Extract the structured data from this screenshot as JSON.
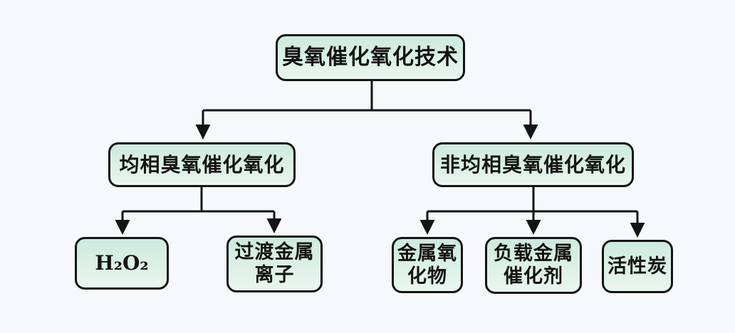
{
  "diagram": {
    "type": "flowchart",
    "title": "臭氧催化氧化技术",
    "nodes": {
      "root": "臭氧催化氧化技术",
      "homogeneous": "均相臭氧催化氧化",
      "heterogeneous": "非均相臭氧催化氧化",
      "h2o2": "H₂O₂",
      "transition_metal_ions": "过渡金属\n离子",
      "metal_oxides": "金属氧\n化物",
      "supported_metal_catalysts": "负载金属\n催化剂",
      "activated_carbon": "活性炭"
    },
    "edges": [
      {
        "from": "root",
        "to": "homogeneous"
      },
      {
        "from": "root",
        "to": "heterogeneous"
      },
      {
        "from": "homogeneous",
        "to": "h2o2"
      },
      {
        "from": "homogeneous",
        "to": "transition_metal_ions"
      },
      {
        "from": "heterogeneous",
        "to": "metal_oxides"
      },
      {
        "from": "heterogeneous",
        "to": "supported_metal_catalysts"
      },
      {
        "from": "heterogeneous",
        "to": "activated_carbon"
      }
    ],
    "colors": {
      "background": "#f6f9fb",
      "node_fill_top": "#cdeadd",
      "node_fill_bottom": "#eaf6ef",
      "node_border": "#141414",
      "connector": "#141414",
      "text": "#141414"
    }
  }
}
